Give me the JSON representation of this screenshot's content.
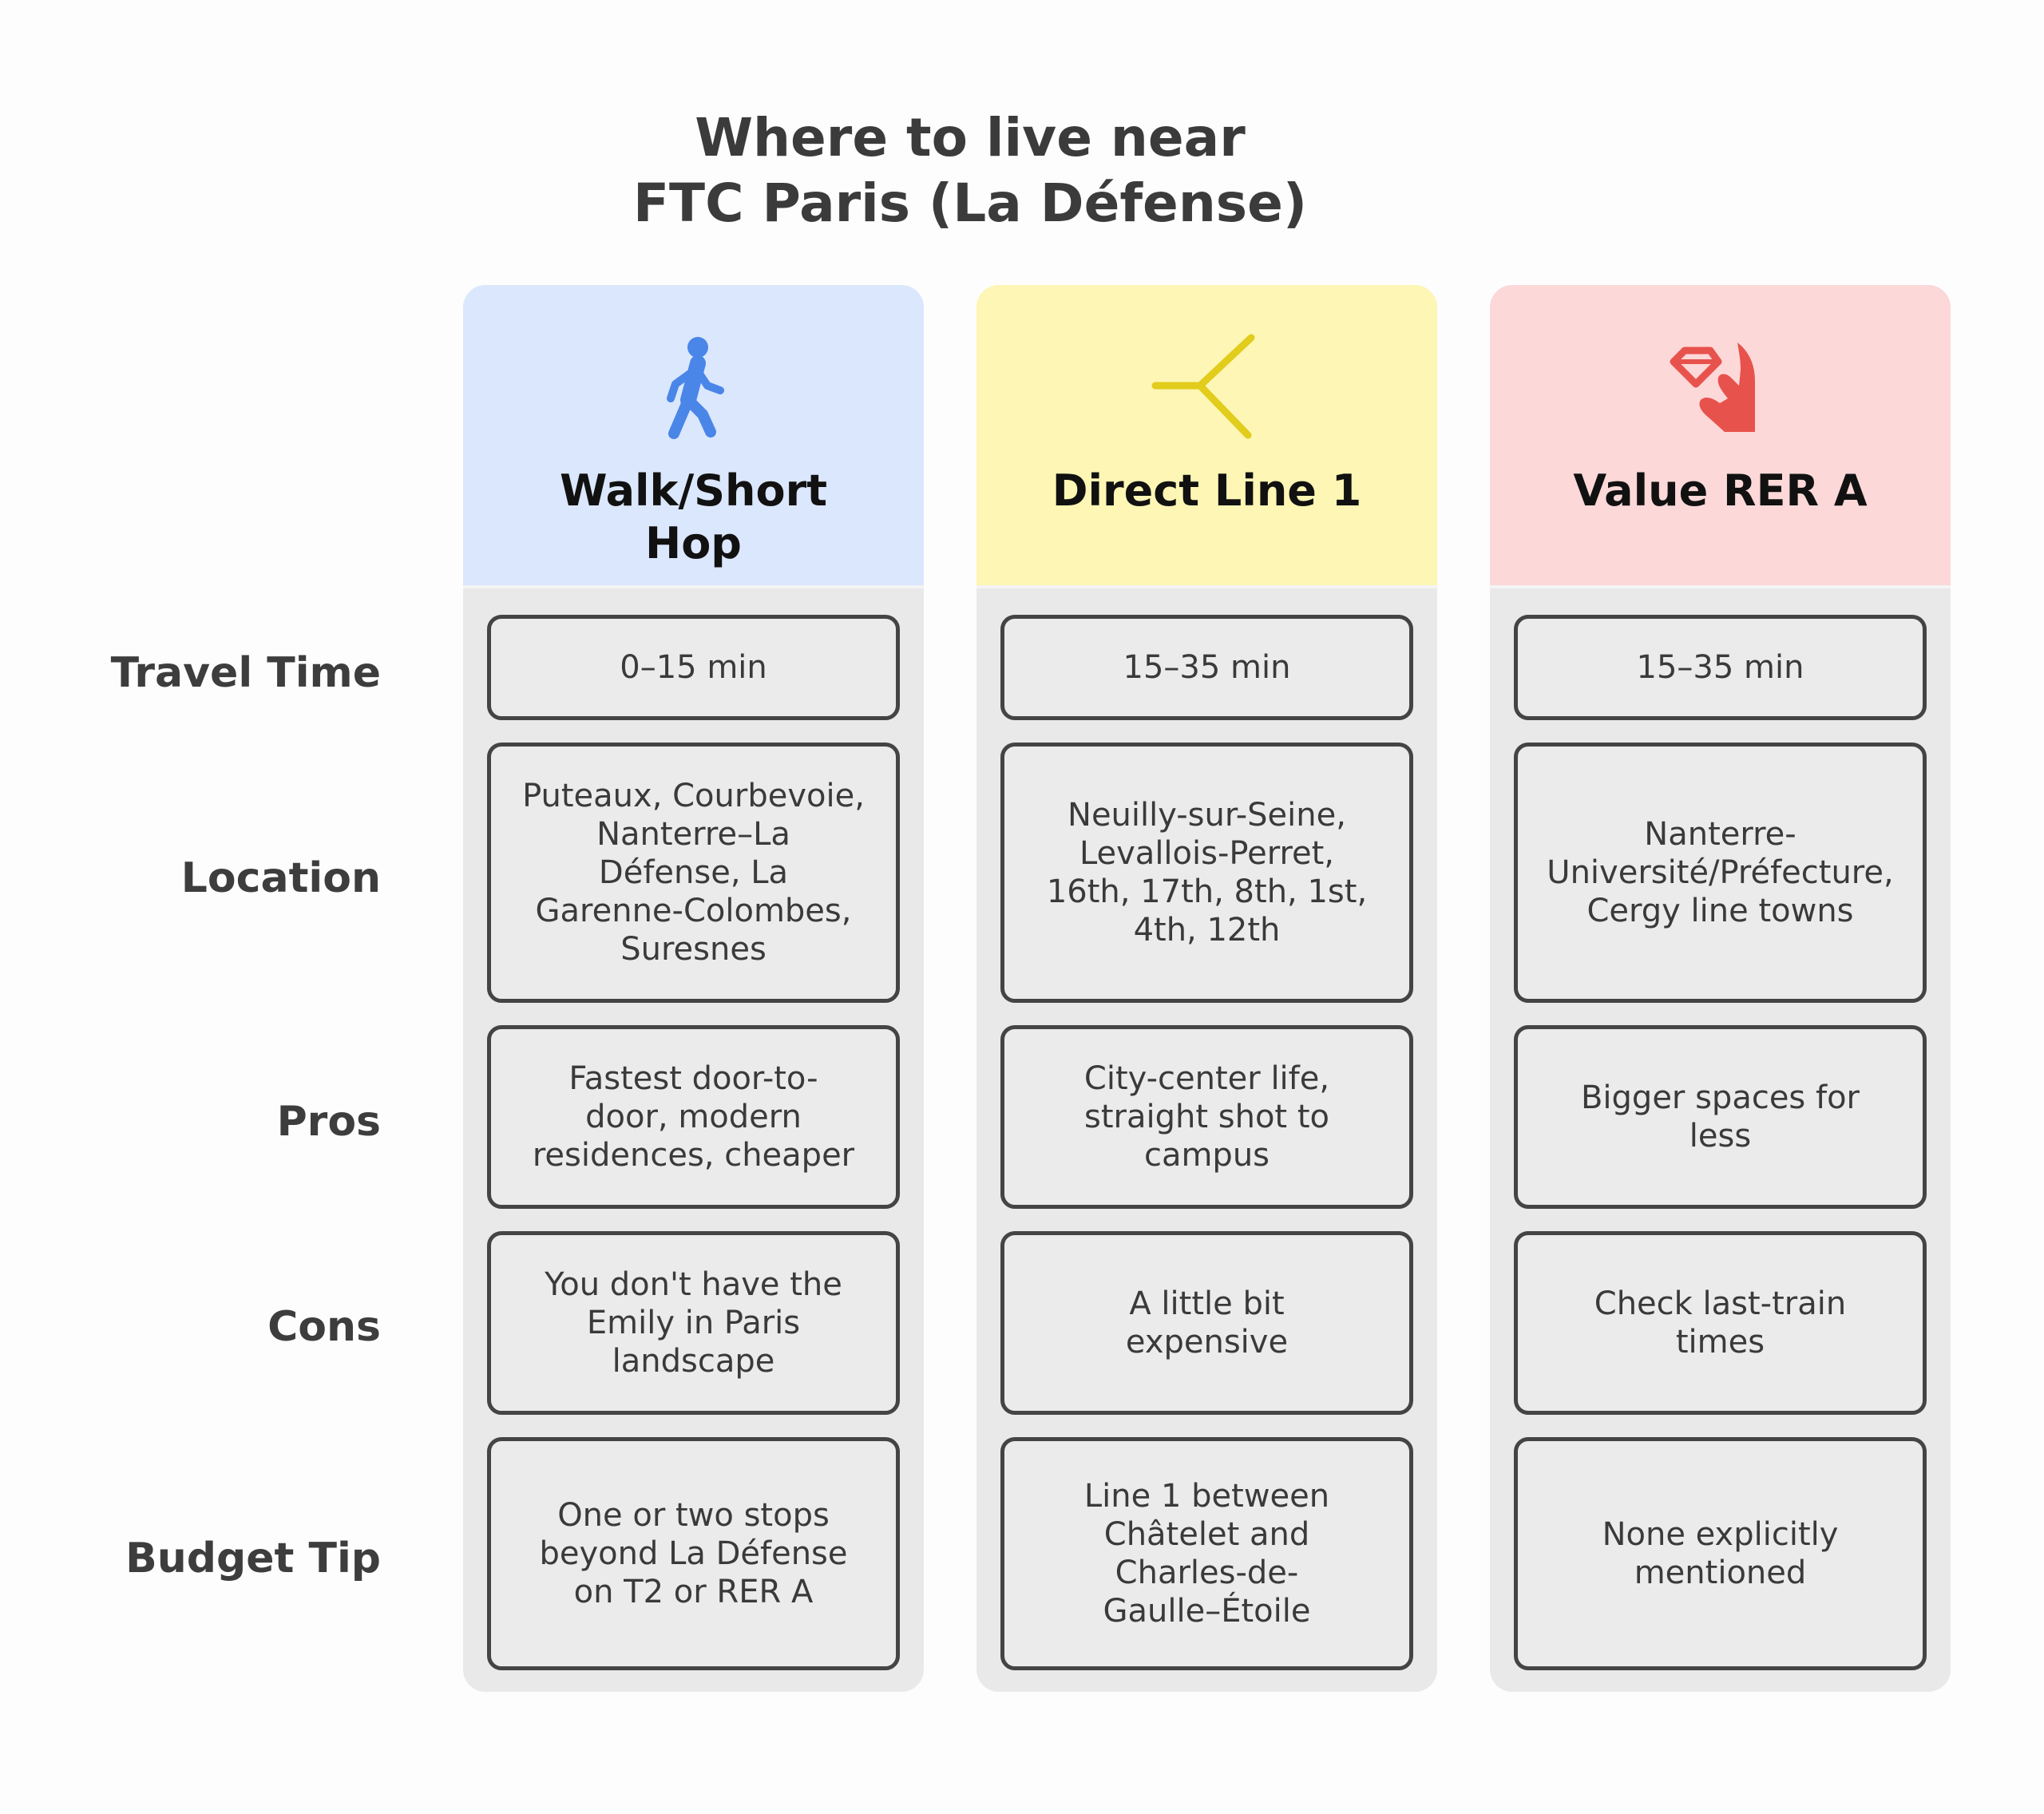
{
  "title": {
    "line1": "Where to live near",
    "line2": "FTC Paris (La Défense)"
  },
  "rows": [
    {
      "label": "Travel Time"
    },
    {
      "label": "Location"
    },
    {
      "label": "Pros"
    },
    {
      "label": "Cons"
    },
    {
      "label": "Budget Tip"
    }
  ],
  "columns": [
    {
      "title_line1": "Walk/Short",
      "title_line2": "Hop",
      "icon": "pedestrian-icon",
      "header_color": "#dbe7fd",
      "icon_color": "#4a86e8",
      "cells": [
        "0–15 min",
        "Puteaux, Courbevoie,\nNanterre–La\nDéfense, La\nGarenne-Colombes,\nSuresnes",
        "Fastest door-to-\ndoor, modern\nresidences, cheaper",
        "You don't have the\nEmily in Paris\nlandscape",
        "One or two stops\nbeyond La Défense\non T2 or RER A"
      ]
    },
    {
      "title_line1": "Direct Line 1",
      "title_line2": "",
      "icon": "merge-icon",
      "header_color": "#fdf6b4",
      "icon_color": "#e2cc1c",
      "cells": [
        "15–35 min",
        "Neuilly-sur-Seine,\nLevallois-Perret,\n16th, 17th, 8th, 1st,\n4th, 12th",
        "City-center life,\nstraight shot to\ncampus",
        "A little bit\nexpensive",
        "Line 1 between\nChâtelet and\nCharles-de-\nGaulle–Étoile"
      ]
    },
    {
      "title_line1": "Value RER A",
      "title_line2": "",
      "icon": "hand-diamond-icon",
      "header_color": "#fdd8d8",
      "icon_color": "#e8524d",
      "cells": [
        "15–35 min",
        "Nanterre-\nUniversité/Préfecture,\nCergy line towns",
        "Bigger spaces for\nless",
        "Check last-train\ntimes",
        "None explicitly\nmentioned"
      ]
    }
  ]
}
